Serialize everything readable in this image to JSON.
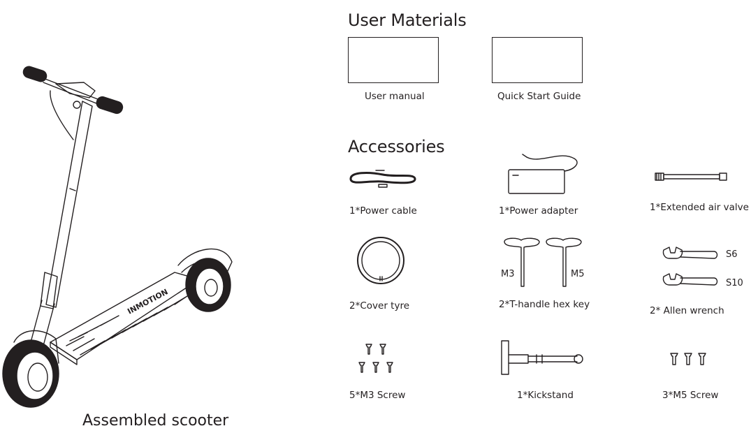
{
  "scooter": {
    "caption": "Assembled scooter",
    "brand": "INMOTION"
  },
  "user_materials": {
    "heading": "User Materials",
    "items": [
      {
        "label": "User manual"
      },
      {
        "label": "Quick Start Guide"
      }
    ]
  },
  "accessories": {
    "heading": "Accessories",
    "items": [
      {
        "label": "1*Power cable"
      },
      {
        "label": "1*Power adapter"
      },
      {
        "label": "1*Extended air valve"
      },
      {
        "label": "2*Cover tyre"
      },
      {
        "label": "2*T-handle hex key",
        "sizes": [
          "M3",
          "M5"
        ]
      },
      {
        "label": "2* Allen wrench",
        "sizes": [
          "S6",
          "S10"
        ]
      },
      {
        "label": "5*M3 Screw"
      },
      {
        "label": "1*Kickstand"
      },
      {
        "label": "3*M5 Screw"
      }
    ]
  }
}
